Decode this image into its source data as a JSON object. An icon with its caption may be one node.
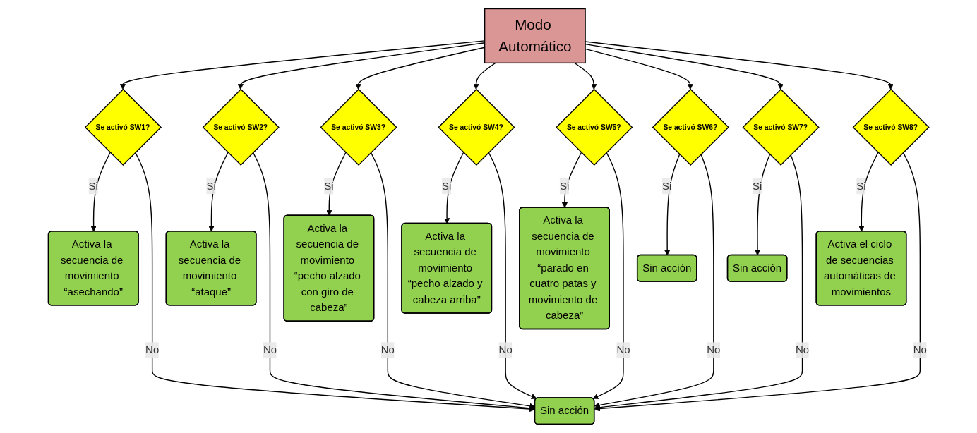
{
  "diagram": {
    "nodes": [
      {
        "text": [
          "Modo Automático"
        ]
      },
      {
        "text": [
          "Se activó SW1?"
        ]
      },
      {
        "text": [
          "Se activó SW2?"
        ]
      },
      {
        "text": [
          "Se activó SW3?"
        ]
      },
      {
        "text": [
          "Se activó SW4?"
        ]
      },
      {
        "text": [
          "Se activó SW5?"
        ]
      },
      {
        "text": [
          "Se activó SW6?"
        ]
      },
      {
        "text": [
          "Se activó SW7?"
        ]
      },
      {
        "text": [
          "Se activó SW8?"
        ]
      },
      {
        "text": [
          "Activa la secuencia de movimiento “asechando”"
        ]
      },
      {
        "text": [
          "Activa la secuencia de movimiento “ataque”"
        ]
      },
      {
        "text": [
          "Activa la secuencia de movimiento “pecho alzado con giro de cabeza”"
        ]
      },
      {
        "text": [
          "Activa la secuencia de movimiento “pecho alzado y cabeza arriba”"
        ]
      },
      {
        "text": [
          "Activa la secuencia de movimiento “parado en cuatro patas y movimiento de cabeza”"
        ]
      },
      {
        "text": [
          "Sin acción"
        ]
      },
      {
        "text": [
          "Sin acción"
        ]
      },
      {
        "text": [
          "Activa el ciclo de secuencias automáticas de movimientos"
        ]
      },
      {
        "text": [
          "Sin acción"
        ]
      }
    ],
    "edges": [
      {
        "from": 0,
        "to": 1,
        "arrow": "to"
      },
      {
        "from": 0,
        "to": 2,
        "arrow": "to"
      },
      {
        "from": 0,
        "to": 3,
        "arrow": "to"
      },
      {
        "from": 0,
        "to": 4,
        "arrow": "to"
      },
      {
        "from": 0,
        "to": 5,
        "arrow": "to"
      },
      {
        "from": 0,
        "to": 6,
        "arrow": "to"
      },
      {
        "from": 0,
        "to": 7,
        "arrow": "to"
      },
      {
        "from": 0,
        "to": 8,
        "arrow": "to"
      },
      {
        "from": 1,
        "to": 9,
        "arrow": "to",
        "label": "Si"
      },
      {
        "from": 2,
        "to": 10,
        "arrow": "to",
        "label": "Si"
      },
      {
        "from": 3,
        "to": 11,
        "arrow": "to",
        "label": "Si"
      },
      {
        "from": 4,
        "to": 12,
        "arrow": "to",
        "label": "Si"
      },
      {
        "from": 5,
        "to": 13,
        "arrow": "to",
        "label": "Si"
      },
      {
        "from": 6,
        "to": 14,
        "arrow": "to",
        "label": "Si"
      },
      {
        "from": 7,
        "to": 15,
        "arrow": "to",
        "label": "Si"
      },
      {
        "from": 8,
        "to": 16,
        "arrow": "to",
        "label": "Si"
      },
      {
        "from": 1,
        "to": 17,
        "arrow": "to",
        "label": "No"
      },
      {
        "from": 2,
        "to": 17,
        "arrow": "to",
        "label": "No"
      },
      {
        "from": 3,
        "to": 17,
        "arrow": "to",
        "label": "No"
      },
      {
        "from": 4,
        "to": 17,
        "arrow": "to",
        "label": "No"
      },
      {
        "from": 5,
        "to": 17,
        "arrow": "to",
        "label": "No"
      },
      {
        "from": 6,
        "to": 17,
        "arrow": "to",
        "label": "No"
      },
      {
        "from": 7,
        "to": 17,
        "arrow": "to",
        "label": "No"
      },
      {
        "from": 8,
        "to": 17,
        "arrow": "to",
        "label": "No"
      }
    ]
  }
}
